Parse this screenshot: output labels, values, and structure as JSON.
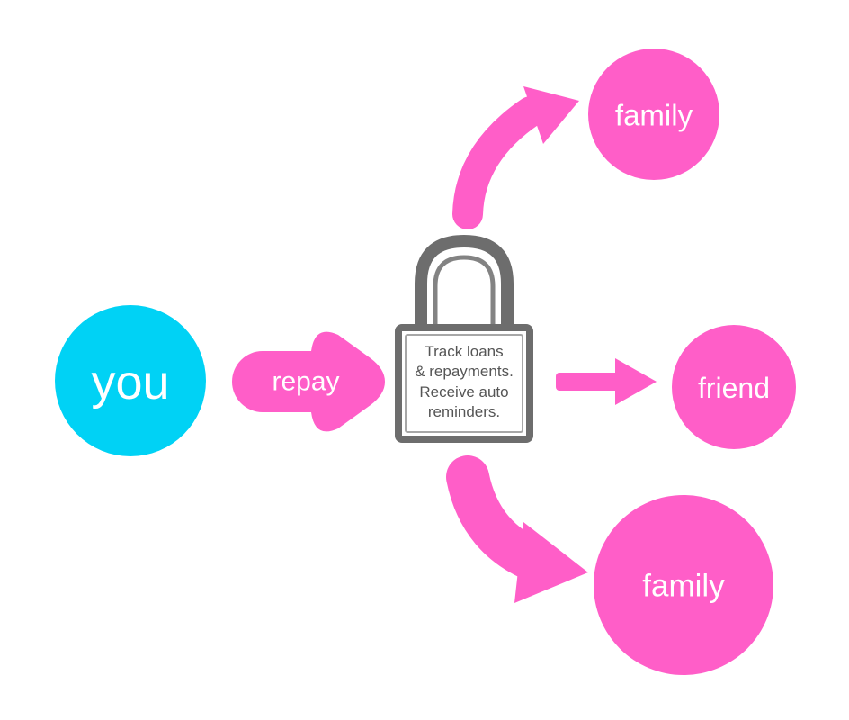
{
  "colors": {
    "accent": "#ff5ec8",
    "you": "#00d2f5",
    "lock": "#6d6d6d",
    "lock_text": "#555555",
    "label": "#ffffff",
    "background": "#ffffff"
  },
  "nodes": {
    "you": {
      "label": "you"
    },
    "family_top": {
      "label": "family"
    },
    "friend": {
      "label": "friend"
    },
    "family_bottom": {
      "label": "family"
    }
  },
  "arrow_repay": {
    "label": "repay"
  },
  "lock": {
    "icon": "padlock-icon",
    "lines": [
      "Track loans",
      "& repayments.",
      "Receive auto",
      "reminders."
    ]
  }
}
